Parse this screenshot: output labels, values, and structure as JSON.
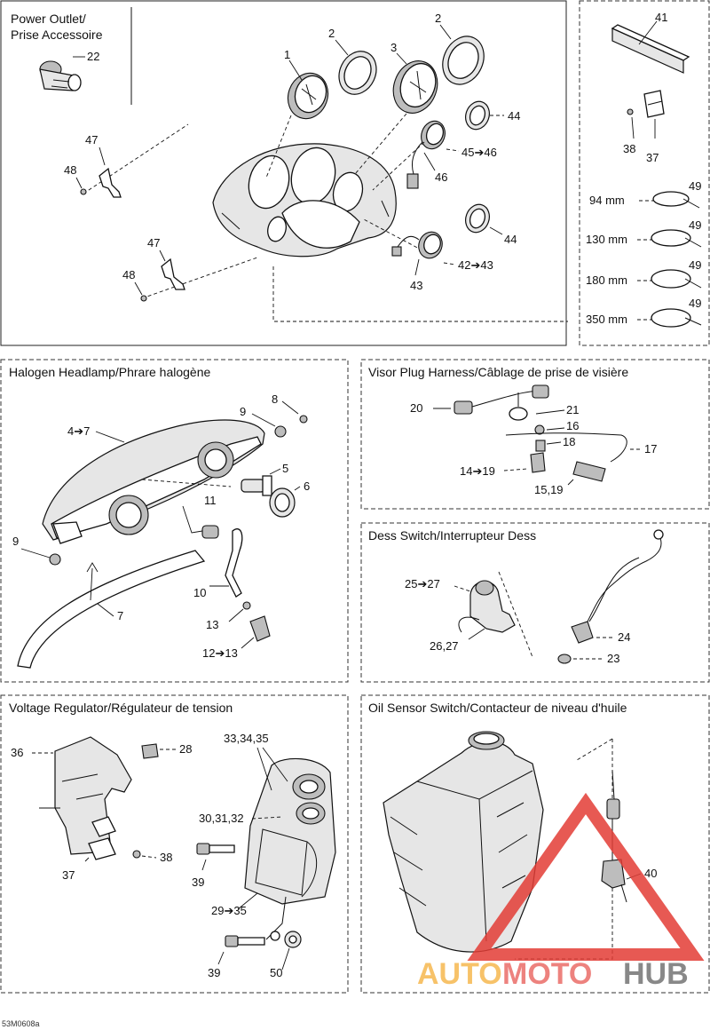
{
  "panels": {
    "power_outlet": {
      "title_line1": "Power Outlet/",
      "title_line2": "Prise Accessoire"
    },
    "halogen": {
      "title": "Halogen Headlamp/Phrare halogène"
    },
    "visor": {
      "title": "Visor Plug Harness/Câblage de prise de visière"
    },
    "dess": {
      "title": "Dess Switch/Interrupteur Dess"
    },
    "voltage": {
      "title": "Voltage Regulator/Régulateur de tension"
    },
    "oil": {
      "title": "Oil Sensor Switch/Contacteur de niveau d'huile"
    }
  },
  "callouts": {
    "c1": "1",
    "c2a": "2",
    "c2b": "2",
    "c3": "3",
    "c22": "22",
    "c47a": "47",
    "c48a": "48",
    "c47b": "47",
    "c48b": "48",
    "c44a": "44",
    "c4546": "45➔46",
    "c46": "46",
    "c44b": "44",
    "c4243": "42➔43",
    "c43": "43",
    "c41": "41",
    "c38r": "38",
    "c37r": "37",
    "c49a": "49",
    "c49b": "49",
    "c49c": "49",
    "c49d": "49",
    "mm94": "94 mm",
    "mm130": "130 mm",
    "mm180": "180 mm",
    "mm350": "350 mm",
    "c47h": "4➔7",
    "c9a": "9",
    "c8": "8",
    "c5": "5",
    "c6": "6",
    "c11": "11",
    "c9b": "9",
    "c10": "10",
    "c7": "7",
    "c13": "13",
    "c1213": "12➔13",
    "c20": "20",
    "c21": "21",
    "c16": "16",
    "c18": "18",
    "c17": "17",
    "c1419": "14➔19",
    "c1519": "15,19",
    "c2527": "25➔27",
    "c2627": "26,27",
    "c24": "24",
    "c23": "23",
    "c36": "36",
    "c28": "28",
    "c333435": "33,34,35",
    "c303132": "30,31,32",
    "c38v": "38",
    "c37v": "37",
    "c39a": "39",
    "c2935": "29➔35",
    "c39b": "39",
    "c50": "50",
    "c40": "40"
  },
  "watermark": {
    "part1": "AUTO",
    "part2": "MOTO",
    "part3": "HUB"
  },
  "drawing_code": "53M0608a",
  "colors": {
    "watermark_red": "#e33d36",
    "watermark_orange": "#f4a623",
    "watermark_dark": "#5b5b5b",
    "line": "#111111"
  }
}
